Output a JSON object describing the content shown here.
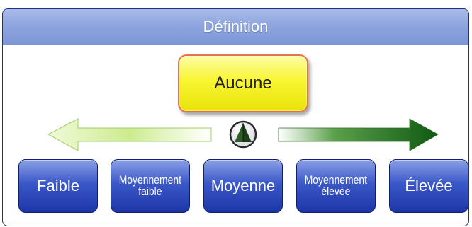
{
  "panel": {
    "title": "Définition"
  },
  "top_item": {
    "label": "Aucune"
  },
  "levels": [
    {
      "line1": "Faible",
      "line2": ""
    },
    {
      "line1": "Moyennement",
      "line2": "faible"
    },
    {
      "line1": "Moyenne",
      "line2": ""
    },
    {
      "line1": "Moyennement",
      "line2": "élevée"
    },
    {
      "line1": "Élevée",
      "line2": ""
    }
  ],
  "colors": {
    "header_fill": "#8ea5de",
    "top_item_fill": "#f8f530",
    "top_item_border": "#e8734a",
    "level_fill": "#2f4cc0",
    "arrow_light": "#e8f7c4",
    "arrow_dark": "#0f5a14"
  },
  "icons": {
    "center": "triangle-circle-icon"
  }
}
